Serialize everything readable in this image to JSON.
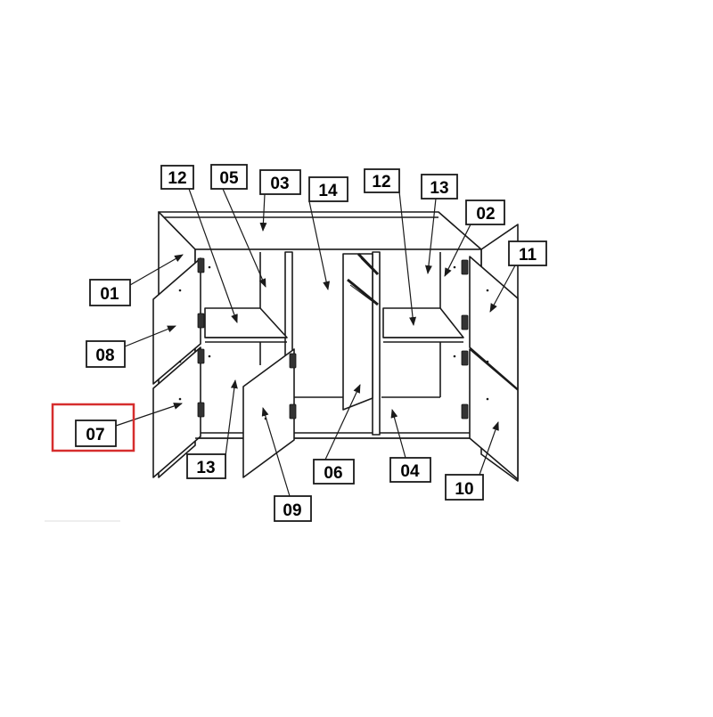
{
  "diagram": {
    "line_color": "#1a1a1a",
    "highlight_color": "#d62d2d",
    "highlighted_label": "07",
    "labels": [
      {
        "id": "lbl-12-left",
        "text": "12"
      },
      {
        "id": "lbl-05",
        "text": "05"
      },
      {
        "id": "lbl-03",
        "text": "03"
      },
      {
        "id": "lbl-14",
        "text": "14"
      },
      {
        "id": "lbl-12-right",
        "text": "12"
      },
      {
        "id": "lbl-13-top",
        "text": "13"
      },
      {
        "id": "lbl-02",
        "text": "02"
      },
      {
        "id": "lbl-11",
        "text": "11"
      },
      {
        "id": "lbl-01",
        "text": "01"
      },
      {
        "id": "lbl-08",
        "text": "08"
      },
      {
        "id": "lbl-07",
        "text": "07"
      },
      {
        "id": "lbl-13-bottom",
        "text": "13"
      },
      {
        "id": "lbl-06",
        "text": "06"
      },
      {
        "id": "lbl-04",
        "text": "04"
      },
      {
        "id": "lbl-10",
        "text": "10"
      },
      {
        "id": "lbl-09",
        "text": "09"
      }
    ]
  }
}
